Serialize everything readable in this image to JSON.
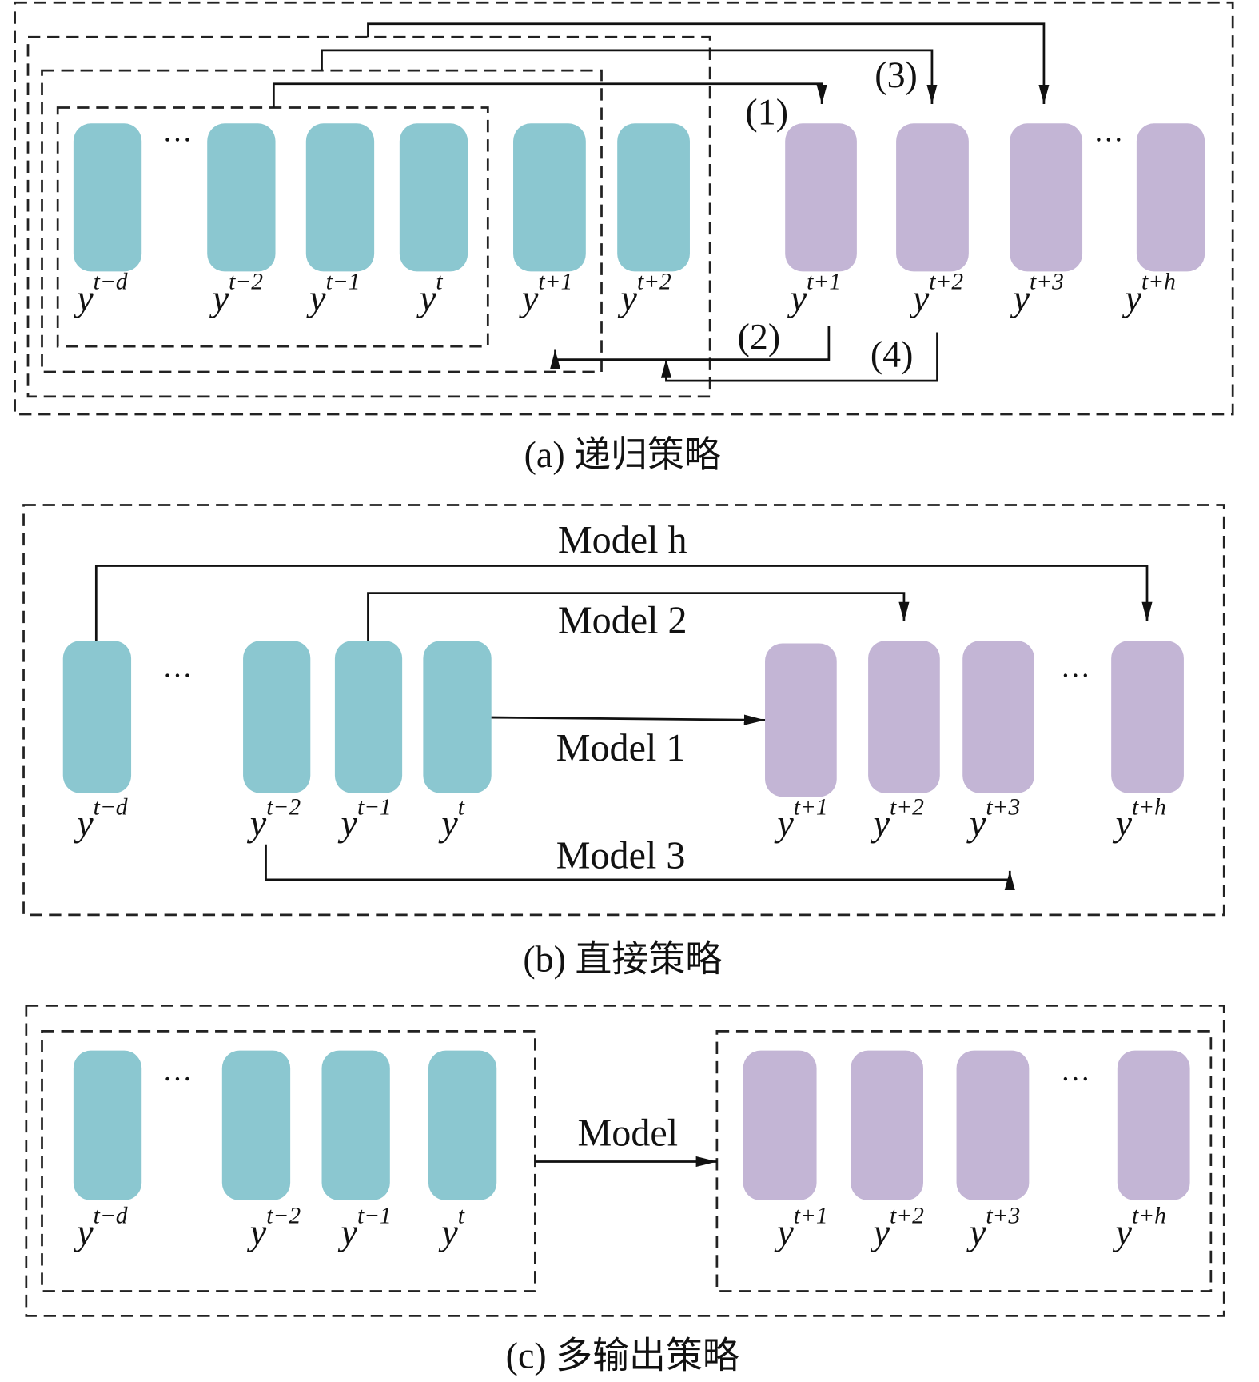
{
  "colors": {
    "input": "#8bc7d0",
    "output": "#c3b5d5"
  },
  "ellipsis": "…",
  "labels": {
    "td": {
      "base": "y",
      "sup": "t−d"
    },
    "t2": {
      "base": "y",
      "sup": "t−2"
    },
    "t1": {
      "base": "y",
      "sup": "t−1"
    },
    "t": {
      "base": "y",
      "sup": "t"
    },
    "p1": {
      "base": "y",
      "sup": "t+1"
    },
    "p2": {
      "base": "y",
      "sup": "t+2"
    },
    "p3": {
      "base": "y",
      "sup": "t+3"
    },
    "ph": {
      "base": "y",
      "sup": "t+h"
    }
  },
  "panel_a": {
    "caption": "(a) 递归策略",
    "steps": [
      "(1)",
      "(2)",
      "(3)",
      "(4)"
    ]
  },
  "panel_b": {
    "caption": "(b) 直接策略",
    "models": [
      "Model h",
      "Model 2",
      "Model 1",
      "Model 3"
    ]
  },
  "panel_c": {
    "caption": "(c) 多输出策略",
    "model": "Model"
  }
}
